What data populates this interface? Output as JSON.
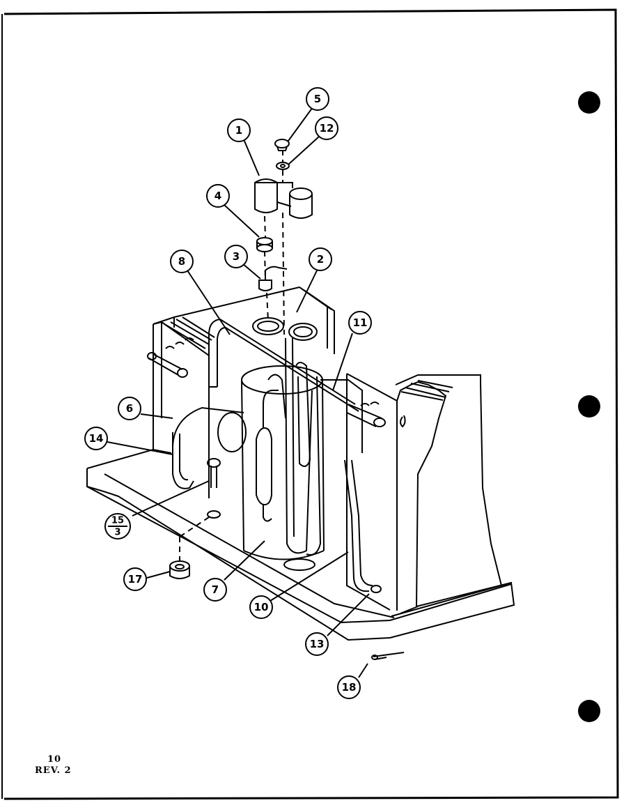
{
  "page": {
    "number": "10",
    "revision": "REV. 2"
  },
  "callouts": {
    "c1": "1",
    "c2": "2",
    "c3": "3",
    "c4": "4",
    "c5": "5",
    "c6": "6",
    "c7": "7",
    "c8": "8",
    "c10": "10",
    "c11": "11",
    "c12": "12",
    "c13": "13",
    "c14": "14",
    "c15_top": "15",
    "c15_bottom": "3",
    "c17": "17",
    "c18": "18"
  },
  "colors": {
    "ink": "#000000",
    "paper": "#ffffff"
  }
}
